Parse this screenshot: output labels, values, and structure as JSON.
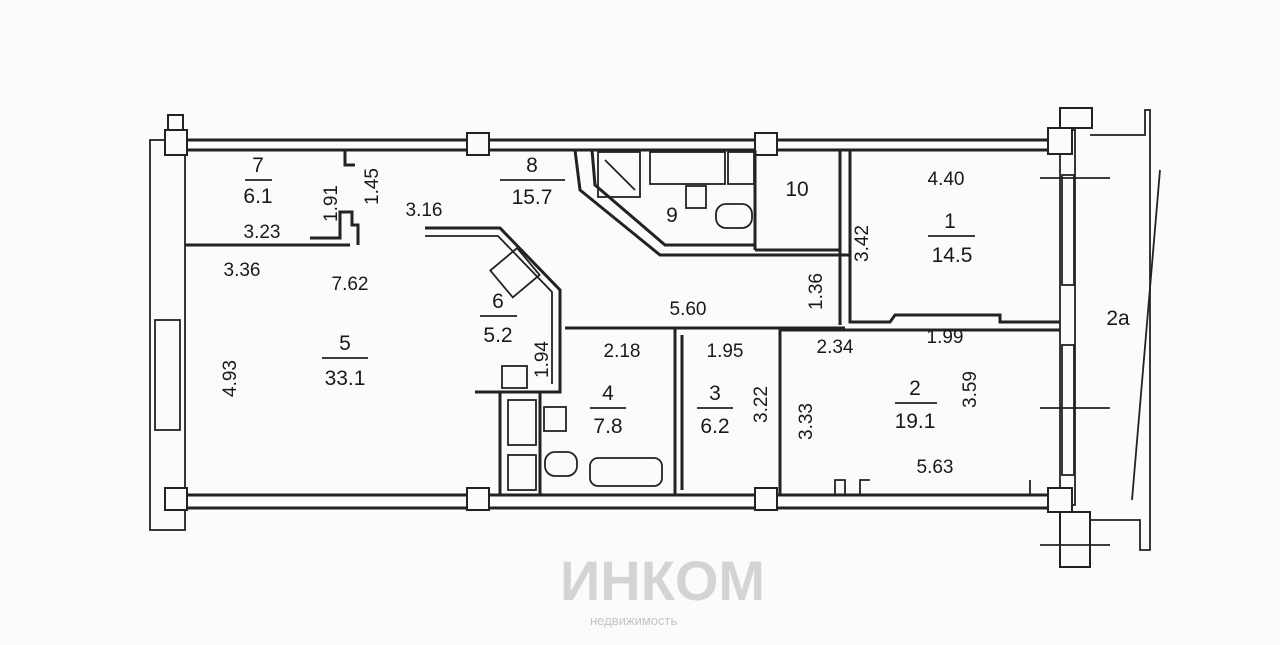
{
  "watermark": {
    "brand": "ИНКОМ",
    "subtitle": "недвижимость"
  },
  "rooms": [
    {
      "id": "1",
      "area": "14.5"
    },
    {
      "id": "2",
      "area": "19.1"
    },
    {
      "id": "3",
      "area": "6.2"
    },
    {
      "id": "4",
      "area": "7.8"
    },
    {
      "id": "5",
      "area": "33.1"
    },
    {
      "id": "6",
      "area": "5.2"
    },
    {
      "id": "7",
      "area": "6.1"
    },
    {
      "id": "8",
      "area": "15.7"
    },
    {
      "id": "9"
    },
    {
      "id": "10"
    },
    {
      "id": "2a"
    }
  ],
  "dimensions": {
    "r7_width": "3.23",
    "r7_height": "1.91",
    "r7_door": "1.45",
    "r5_top": "3.36",
    "r5_length": "7.62",
    "r5_width": "4.93",
    "r8_dim": "3.16",
    "r6_dim": "1.94",
    "corridor": "5.60",
    "corridor_h": "1.36",
    "r4_width": "2.18",
    "r3_width": "1.95",
    "r3_height": "3.22",
    "r2_left": "3.33",
    "r2_top_a": "2.34",
    "r2_top_b": "1.99",
    "r2_height": "3.59",
    "r2_bottom": "5.63",
    "r1_width": "4.40",
    "r1_height": "3.42"
  }
}
